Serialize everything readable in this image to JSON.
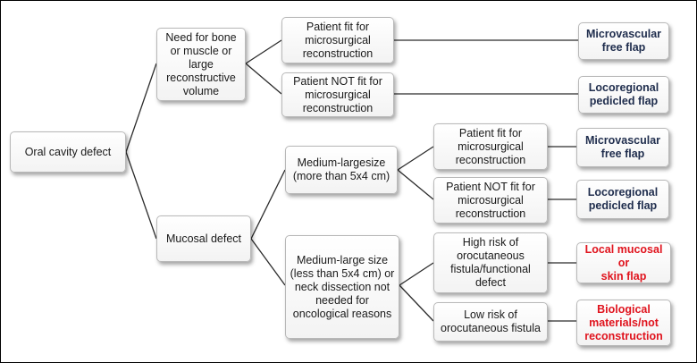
{
  "root": "Oral cavity defect",
  "branches": {
    "bone": {
      "label": "Need for bone\nor muscle or\nlarge\nreconstructive\nvolume",
      "fit": "Patient fit for\nmicrosurgical\nreconstruction",
      "notfit": "Patient NOT fit for\nmicrosurgical\nreconstruction",
      "fit_outcome": "Microvascular\nfree flap",
      "notfit_outcome": "Locoregional\npedicled flap"
    },
    "mucosal": {
      "label": "Mucosal defect",
      "large": {
        "label": "Medium-largesize\n(more than  5x4 cm)",
        "fit": "Patient fit for\nmicrosurgical\nreconstruction",
        "notfit": "Patient NOT fit for\nmicrosurgical\nreconstruction",
        "fit_outcome": "Microvascular\nfree flap",
        "notfit_outcome": "Locoregional\npedicled flap"
      },
      "small": {
        "label": "Medium-large size\n(less than 5x4 cm) or\nneck dissection not\nneeded for\noncological reasons",
        "high_risk": "High risk of\norocutaneous\nfistula/functional\ndefect",
        "low_risk": "Low risk of\norocutaneous fistula",
        "high_outcome": "Local mucosal or\nskin flap",
        "low_outcome": "Biological\nmaterials/not\nreconstruction"
      }
    }
  },
  "colors": {
    "line": "#2b2b2b",
    "result_text": "#1f2d4d",
    "red_text": "#e0141e"
  }
}
